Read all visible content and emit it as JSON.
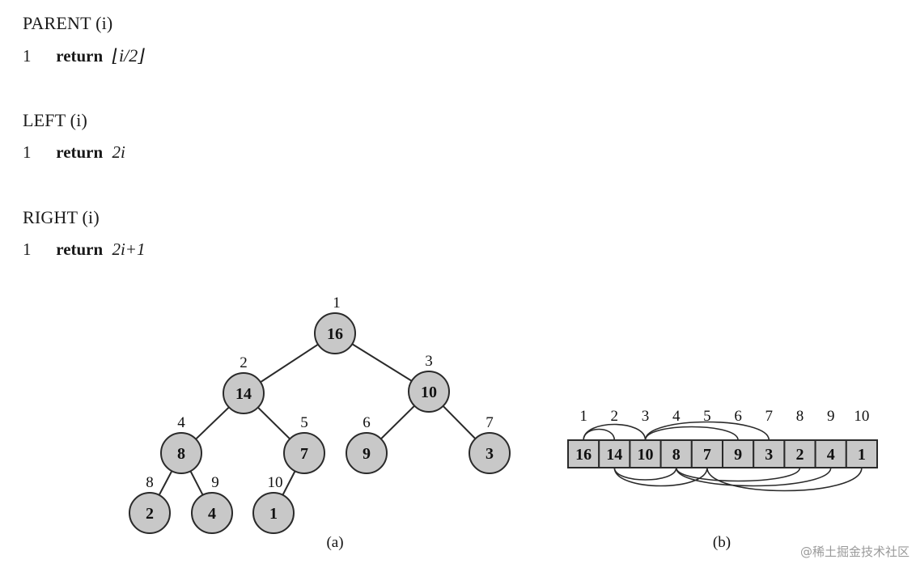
{
  "code": {
    "parent": {
      "name": "PARENT",
      "arg": "(i)",
      "line_no": "1",
      "kw": "return",
      "expr": "⌊i/2⌋"
    },
    "left": {
      "name": "LEFT",
      "arg": "(i)",
      "line_no": "1",
      "kw": "return",
      "expr": "2i"
    },
    "right": {
      "name": "RIGHT",
      "arg": "(i)",
      "line_no": "1",
      "kw": "return",
      "expr": "2i+1"
    }
  },
  "tree": {
    "nodes": [
      {
        "index": "1",
        "value": "16"
      },
      {
        "index": "2",
        "value": "14"
      },
      {
        "index": "3",
        "value": "10"
      },
      {
        "index": "4",
        "value": "8"
      },
      {
        "index": "5",
        "value": "7"
      },
      {
        "index": "6",
        "value": "9"
      },
      {
        "index": "7",
        "value": "3"
      },
      {
        "index": "8",
        "value": "2"
      },
      {
        "index": "9",
        "value": "4"
      },
      {
        "index": "10",
        "value": "1"
      }
    ],
    "edges": [
      [
        1,
        2
      ],
      [
        1,
        3
      ],
      [
        2,
        4
      ],
      [
        2,
        5
      ],
      [
        3,
        6
      ],
      [
        3,
        7
      ],
      [
        4,
        8
      ],
      [
        4,
        9
      ],
      [
        5,
        10
      ]
    ],
    "caption": "(a)"
  },
  "array": {
    "indices": [
      "1",
      "2",
      "3",
      "4",
      "5",
      "6",
      "7",
      "8",
      "9",
      "10"
    ],
    "values": [
      "16",
      "14",
      "10",
      "8",
      "7",
      "9",
      "3",
      "2",
      "4",
      "1"
    ],
    "caption": "(b)"
  },
  "watermark": "@稀土掘金技术社区"
}
